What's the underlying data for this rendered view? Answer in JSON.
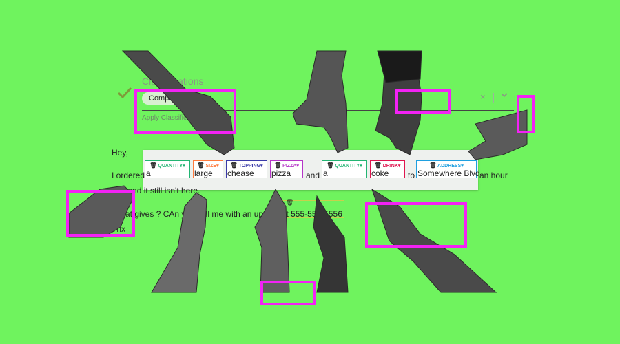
{
  "classifications": {
    "title": "Classifications",
    "chip": "Complaint",
    "apply_link": "Apply Classifica",
    "clear_symbol": "×",
    "check_color": "#7f9a3a"
  },
  "document": {
    "greeting": "Hey,",
    "line1_prefix": "I ordered",
    "line1_words": {
      "a1": "a",
      "large": "large",
      "chease": "chease",
      "pizza": "pizza",
      "and": "and",
      "a2": "a",
      "coke": "coke",
      "to": "to",
      "address": "Somewhere Blvd",
      "suffix": "an hour"
    },
    "line2": "ago and it still isn't here.",
    "line3": "What gives ? CAn you call me with an update at 555-555-5556",
    "signoff": "Tnx"
  },
  "entities": {
    "quantity1": {
      "label": "QUANTITY",
      "color": "#22b573"
    },
    "size": {
      "label": "SIZE",
      "color": "#ff7a3d"
    },
    "topping": {
      "label": "TOPPING",
      "color": "#3a3aa8"
    },
    "pizza": {
      "label": "PIZZA",
      "color": "#b536c8"
    },
    "quantity2": {
      "label": "QUANTITY",
      "color": "#22b573"
    },
    "drink": {
      "label": "DRINK",
      "color": "#e0154f"
    },
    "address": {
      "label": "ADDRESS",
      "color": "#1fa0e0"
    }
  },
  "icons": {
    "bin": "🗑",
    "caret": "▾"
  },
  "colors": {
    "background": "#6ff35e",
    "highlight": "#f322f5"
  }
}
